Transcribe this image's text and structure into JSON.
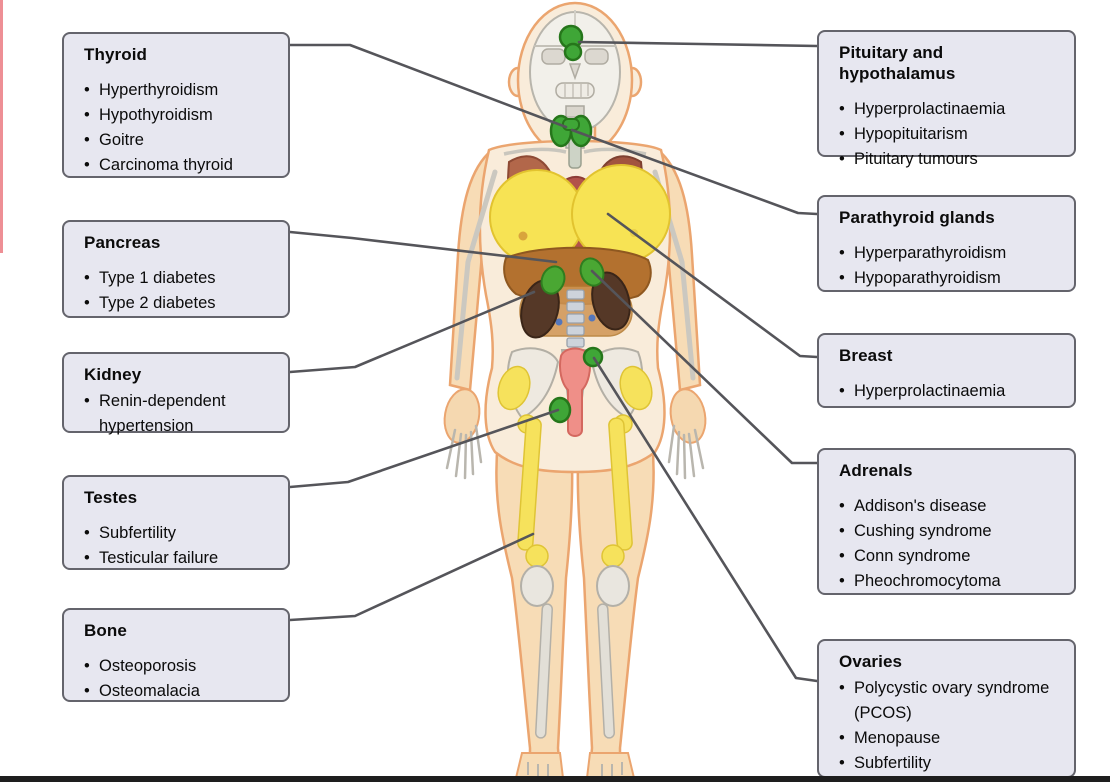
{
  "diagram": {
    "left_boxes": [
      {
        "title": "Thyroid",
        "items": [
          "Hyperthyroidism",
          "Hypothyroidism",
          "Goitre",
          "Carcinoma thyroid"
        ]
      },
      {
        "title": "Pancreas",
        "items": [
          "Type 1 diabetes",
          "Type 2 diabetes"
        ]
      },
      {
        "title": "Kidney",
        "items": [
          "Renin-dependent hypertension"
        ]
      },
      {
        "title": "Testes",
        "items": [
          "Subfertility",
          "Testicular failure"
        ]
      },
      {
        "title": "Bone",
        "items": [
          "Osteoporosis",
          "Osteomalacia"
        ]
      }
    ],
    "right_boxes": [
      {
        "title": "Pituitary and hypothalamus",
        "items": [
          "Hyperprolactinaemia",
          "Hypopituitarism",
          "Pituitary tumours"
        ]
      },
      {
        "title": "Parathyroid glands",
        "items": [
          "Hyperparathyroidism",
          "Hypoparathyroidism"
        ]
      },
      {
        "title": "Breast",
        "items": [
          "Hyperprolactinaemia"
        ]
      },
      {
        "title": "Adrenals",
        "items": [
          "Addison's disease",
          "Cushing syndrome",
          "Conn syndrome",
          "Pheochromocytoma"
        ]
      },
      {
        "title": "Ovaries",
        "items": [
          "Polycystic ovary syndrome (PCOS)",
          "Menopause",
          "Subfertility"
        ]
      }
    ],
    "bullet_char": "•",
    "colors": {
      "box_fill": "#e7e7f0",
      "box_border": "#64646c",
      "connector_line": "#55555a",
      "organ_marker_green": "#3fa637",
      "bone_yellow": "#f6e25c",
      "breast_yellow": "#f7e354",
      "kidney_brown": "#553827",
      "liver_brown": "#b3712f",
      "lung_brown": "#a85a43",
      "uterus_pink": "#ef8f88",
      "skin_tone": "#f7dcb6",
      "left_edge_accent": "#ee8f95",
      "bottom_bar": "#1e1e1e"
    }
  }
}
